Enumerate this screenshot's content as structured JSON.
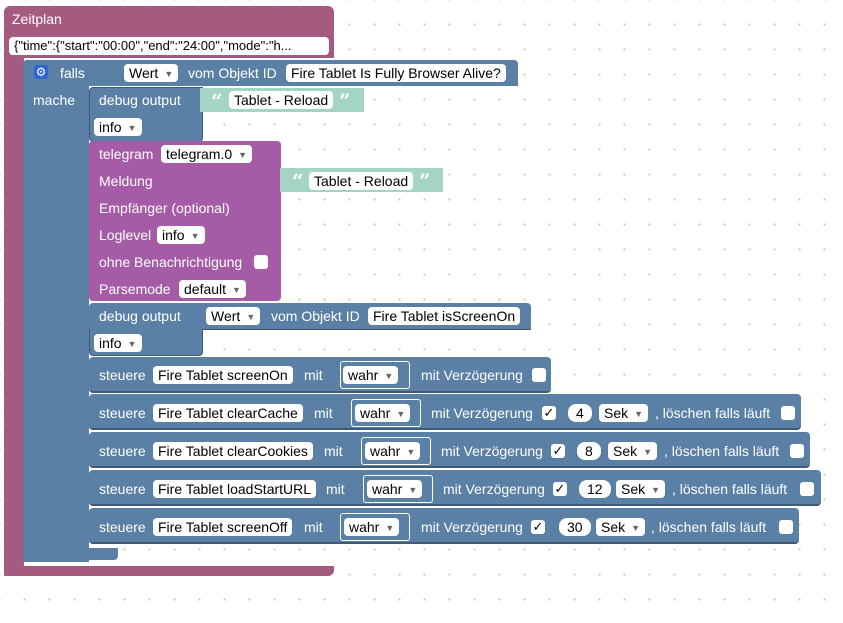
{
  "schedule": {
    "title": "Zeitplan",
    "config": "{\"time\":{\"start\":\"00:00\",\"end\":\"24:00\",\"mode\":\"h..."
  },
  "if_block": {
    "falls": "falls",
    "mache": "mache",
    "value_dropdown": "Wert",
    "vom_objekt_id": "vom Objekt ID",
    "object": "Fire Tablet Is Fully Browser Alive?"
  },
  "debug1": {
    "label": "debug output",
    "text": "Tablet - Reload",
    "level": "info"
  },
  "telegram": {
    "label": "telegram",
    "instance": "telegram.0",
    "meldung_label": "Meldung",
    "meldung_text": "Tablet - Reload",
    "empfaenger_label": "Empfänger (optional)",
    "loglevel_label": "Loglevel",
    "loglevel": "info",
    "silent_label": "ohne Benachrichtigung",
    "parsemode_label": "Parsemode",
    "parsemode": "default"
  },
  "debug2": {
    "label": "debug output",
    "value_dropdown": "Wert",
    "vom_objekt_id": "vom Objekt ID",
    "object": "Fire Tablet isScreenOn",
    "level": "info"
  },
  "controls": [
    {
      "steuere": "steuere",
      "object": "Fire Tablet screenOn",
      "mit": "mit",
      "value": "wahr",
      "delay_label": "mit Verzögerung",
      "delay_checked": false,
      "delay": "",
      "unit": "",
      "clear_label": "",
      "clear_checked": false
    },
    {
      "steuere": "steuere",
      "object": "Fire Tablet clearCache",
      "mit": "mit",
      "value": "wahr",
      "delay_label": "mit Verzögerung",
      "delay_checked": true,
      "check": "✓",
      "delay": "4",
      "unit": "Sek",
      "clear_label": ", löschen falls läuft",
      "clear_checked": false
    },
    {
      "steuere": "steuere",
      "object": "Fire Tablet clearCookies",
      "mit": "mit",
      "value": "wahr",
      "delay_label": "mit Verzögerung",
      "delay_checked": true,
      "check": "✓",
      "delay": "8",
      "unit": "Sek",
      "clear_label": ", löschen falls läuft",
      "clear_checked": false
    },
    {
      "steuere": "steuere",
      "object": "Fire Tablet loadStartURL",
      "mit": "mit",
      "value": "wahr",
      "delay_label": "mit Verzögerung",
      "delay_checked": true,
      "check": "✓",
      "delay": "12",
      "unit": "Sek",
      "clear_label": ", löschen falls läuft",
      "clear_checked": false
    },
    {
      "steuere": "steuere",
      "object": "Fire Tablet screenOff",
      "mit": "mit",
      "value": "wahr",
      "delay_label": "mit Verzögerung",
      "delay_checked": true,
      "check": "✓",
      "delay": "30",
      "unit": "Sek",
      "clear_label": ", löschen falls läuft",
      "clear_checked": false
    }
  ],
  "colors": {
    "schedule": "#a55b80",
    "logic": "#5b80a5",
    "telegram": "#a55ba5",
    "string": "#a4d4c5"
  }
}
